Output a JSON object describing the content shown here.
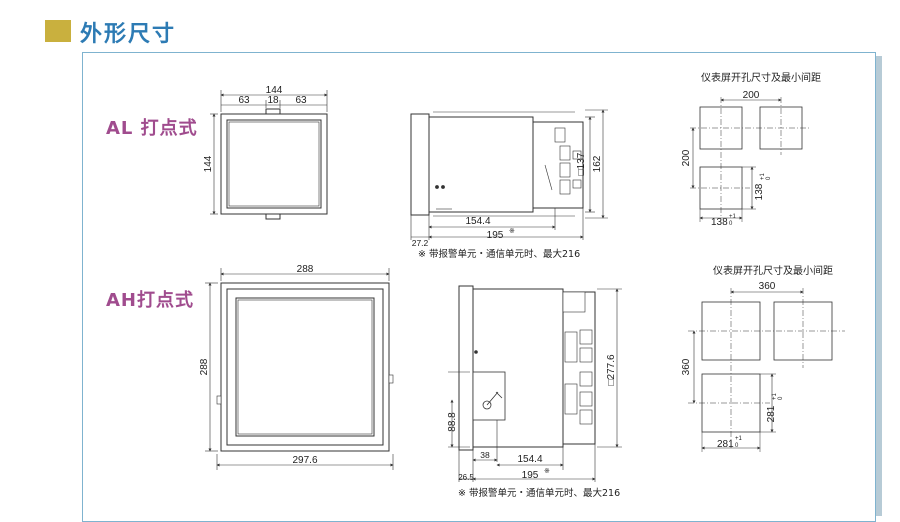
{
  "header": {
    "title": "外形尺寸"
  },
  "al": {
    "label": "AL 打点式",
    "front": {
      "total_width": "144",
      "seg_left": "63",
      "seg_mid": "18",
      "seg_right": "63",
      "height": "144"
    },
    "side": {
      "d1": "154.4",
      "d2": "195",
      "mark": "※",
      "offset": "27.2",
      "h1": "□137",
      "h2": "162"
    },
    "note": "※ 带报警单元・通信单元时、最大216",
    "cutout": {
      "title": "仪表屏开孔尺寸及最小间距",
      "pitch_h": "200",
      "pitch_v": "200",
      "hole_w": "138",
      "hole_w_tol_up": "+1",
      "hole_w_tol_low": "0",
      "hole_h": "138",
      "hole_h_tol_up": "+1",
      "hole_h_tol_low": "0"
    }
  },
  "ah": {
    "label": "AH打点式",
    "front": {
      "width": "288",
      "height": "288",
      "bottom_width": "297.6"
    },
    "side": {
      "d1": "154.4",
      "d2": "195",
      "mark": "※",
      "offset": "26.5",
      "d3": "38",
      "h1": "88.8",
      "h2": "□277.6"
    },
    "note": "※ 带报警单元・通信单元时、最大216",
    "cutout": {
      "title": "仪表屏开孔尺寸及最小间距",
      "pitch_h": "360",
      "pitch_v": "360",
      "hole_w": "281",
      "hole_w_tol_up": "+1",
      "hole_w_tol_low": "0",
      "hole_h": "281",
      "hole_h_tol_up": "+1",
      "hole_h_tol_low": "0"
    }
  }
}
